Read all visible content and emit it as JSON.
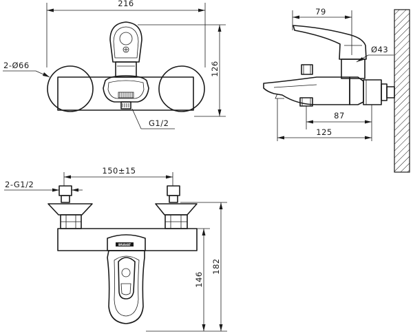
{
  "drawing": {
    "front_view": {
      "width_overall": "216",
      "height_overall": "126",
      "flange_diameter": "2-Ø66",
      "thread": "G1/2"
    },
    "side_view": {
      "lever_reach": "79",
      "body_diameter": "Ø43",
      "spout_depth": "87",
      "total_depth": "125"
    },
    "top_view": {
      "inlet_threads": "2-G1/2",
      "centre_distance": "150±15",
      "total_height": "182",
      "spout_height": "146",
      "brand_mark": "BRAVAT"
    }
  }
}
